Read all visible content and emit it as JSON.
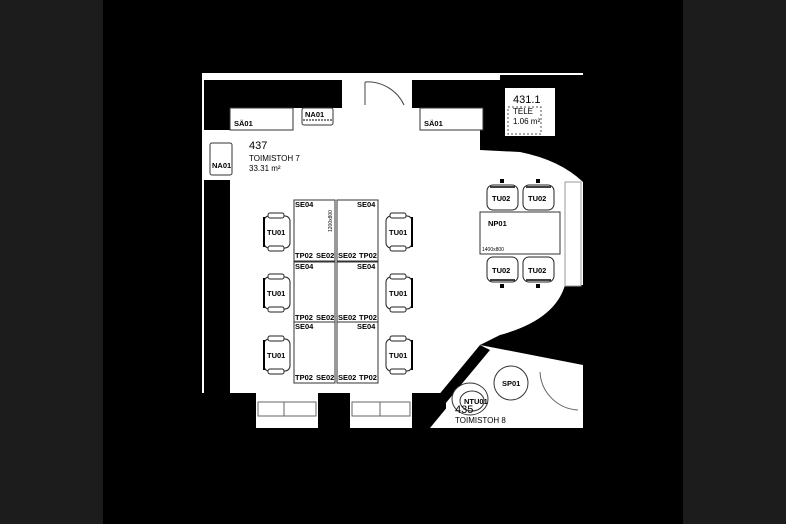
{
  "rooms": [
    {
      "number": "437",
      "name": "TOIMISTOH 7",
      "area": "33.31 m²"
    },
    {
      "number": "431.1",
      "name": "TELE",
      "area": "1.06 m²"
    },
    {
      "number": "435",
      "name": "TOIMISTOH 8"
    }
  ],
  "furniture": {
    "cabinet": "SÄ01",
    "shelf": "NA01",
    "desk_screen_end": "SE04",
    "desk_screen_mid": "SE02",
    "desk": "TP02",
    "desk_size": "1200x800",
    "task_chair": "TU01",
    "meeting_chair": "TU02",
    "meeting_table": "NP01",
    "table_size": "1400x800",
    "round_table": "SP01",
    "lounge_chair": "NTU01"
  }
}
